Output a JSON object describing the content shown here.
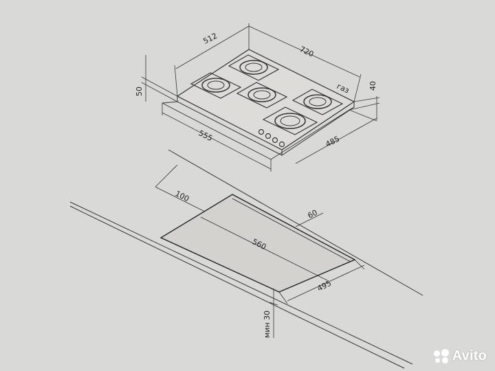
{
  "hob": {
    "depth_label": "512",
    "width_label": "720",
    "height_label": "50",
    "side_height_label": "40",
    "gas_label": "газ",
    "base_width_label": "555",
    "base_depth_label": "485"
  },
  "cutout": {
    "offset_label": "100",
    "side_offset_label": "60",
    "width_label": "560",
    "depth_label": "495",
    "min_label": "мин 30"
  },
  "watermark": {
    "text": "Avito"
  }
}
